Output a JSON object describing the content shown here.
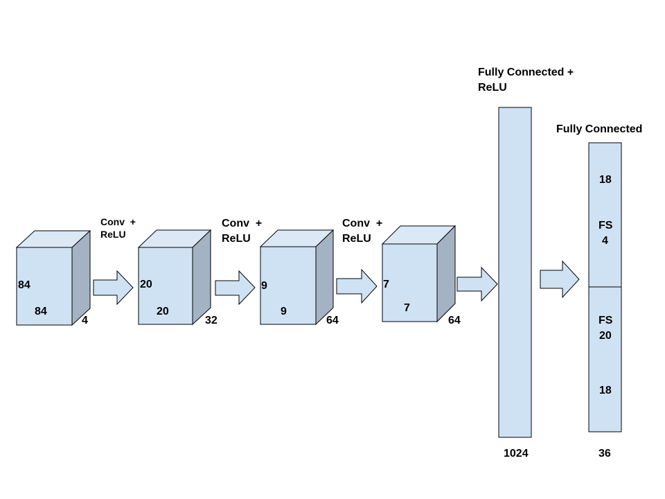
{
  "colors": {
    "box_front": "#cfe2f3",
    "box_top": "#dbe8f5",
    "box_side": "#a4b3c4",
    "stroke": "#000000",
    "arrow_fill": "#cfe2f3"
  },
  "blocks": [
    {
      "height_label": "84",
      "width_label": "84",
      "depth_label": "4"
    },
    {
      "height_label": "20",
      "width_label": "20",
      "depth_label": "32"
    },
    {
      "height_label": "9",
      "width_label": "9",
      "depth_label": "64"
    },
    {
      "height_label": "7",
      "width_label": "7",
      "depth_label": "64"
    }
  ],
  "conv_labels": [
    {
      "line1": "Conv  +",
      "line2": "ReLU"
    },
    {
      "line1": "Conv  +",
      "line2": "ReLU"
    },
    {
      "line1": "Conv  +",
      "line2": "ReLU"
    }
  ],
  "fc1": {
    "title_line1": "Fully Connected +",
    "title_line2": "ReLU",
    "size_label": "1024"
  },
  "fc2": {
    "title": "Fully Connected",
    "size_label": "36",
    "upper": {
      "top_num": "18",
      "fs_label": "FS",
      "fs_num": "4"
    },
    "lower": {
      "fs_label": "FS",
      "fs_num": "20",
      "bottom_num": "18"
    }
  }
}
